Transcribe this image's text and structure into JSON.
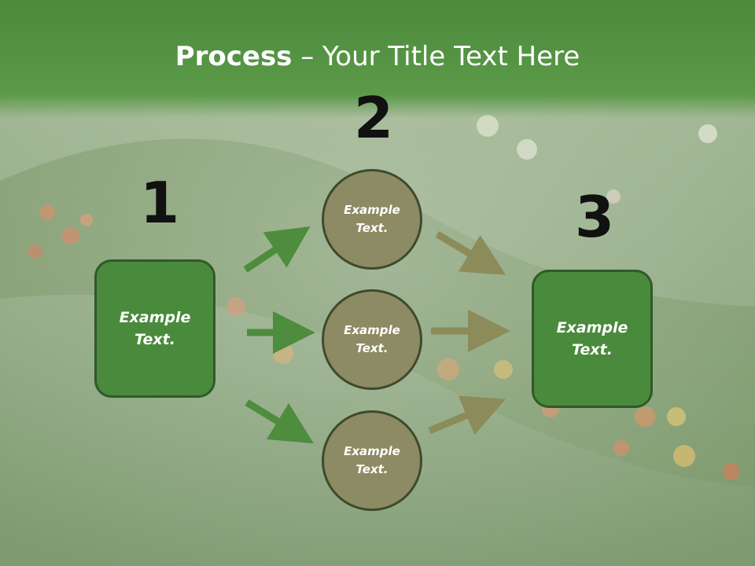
{
  "title": {
    "bold": "Process",
    "rest": " – Your Title Text Here"
  },
  "steps": {
    "n1": "1",
    "n2": "2",
    "n3": "3"
  },
  "boxes": {
    "left": [
      "Example",
      "Text."
    ],
    "right": [
      "Example",
      "Text."
    ]
  },
  "circles": [
    [
      "Example",
      "Text."
    ],
    [
      "Example",
      "Text."
    ],
    [
      "Example",
      "Text."
    ]
  ],
  "colors": {
    "green": "#4a8a3c",
    "olive": "#8c8b64",
    "title_bar": "#4c8a3c"
  }
}
